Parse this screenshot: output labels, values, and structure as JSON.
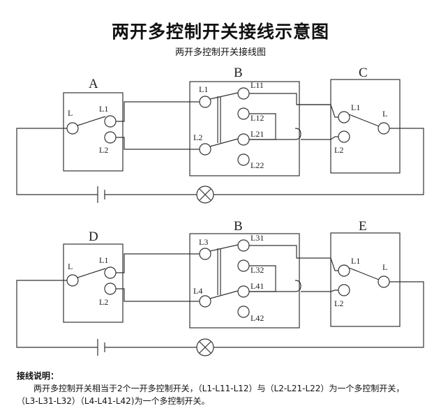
{
  "title": "两开多控制开关接线示意图",
  "subtitle": "两开多控制开关接线图",
  "top": {
    "switch_a": {
      "name": "A",
      "l": "L",
      "l1": "L1",
      "l2": "L2"
    },
    "switch_b": {
      "name": "B",
      "in1": "L1",
      "in2": "L2",
      "o11": "L11",
      "o12": "L12",
      "o21": "L21",
      "o22": "L22"
    },
    "switch_c": {
      "name": "C",
      "l": "L",
      "l1": "L1",
      "l2": "L2"
    }
  },
  "bottom": {
    "switch_a": {
      "name": "D",
      "l": "L",
      "l1": "L1",
      "l2": "L2"
    },
    "switch_b": {
      "name": "B",
      "in1": "L3",
      "in2": "L4",
      "o11": "L31",
      "o12": "L32",
      "o21": "L41",
      "o22": "L42"
    },
    "switch_c": {
      "name": "E",
      "l": "L",
      "l1": "L1",
      "l2": "L2"
    }
  },
  "note": {
    "heading": "接线说明：",
    "line1": "两开多控制开关相当于2个一开多控制开关，（L1-L11-L12）与（L2-L21-L22）为一个多控制开关，",
    "line2": "（L3-L31-L32）（L4-L41-L42)为一个多控制开关。"
  }
}
